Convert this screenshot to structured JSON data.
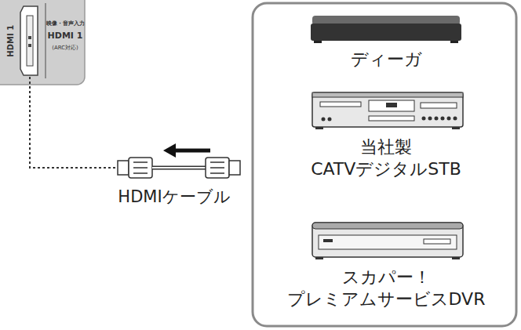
{
  "diagram": {
    "nodes": [
      {
        "text": [
          "HDMI 1",
          "映像・音声入力",
          "HDMI 1",
          "(ARC対応)"
        ]
      }
    ],
    "labels": [
      "HDMIケーブル",
      "ディーガ",
      "当社製 CATVデジタルSTB",
      "スカパー！ プレミアムサービスDVR"
    ]
  }
}
